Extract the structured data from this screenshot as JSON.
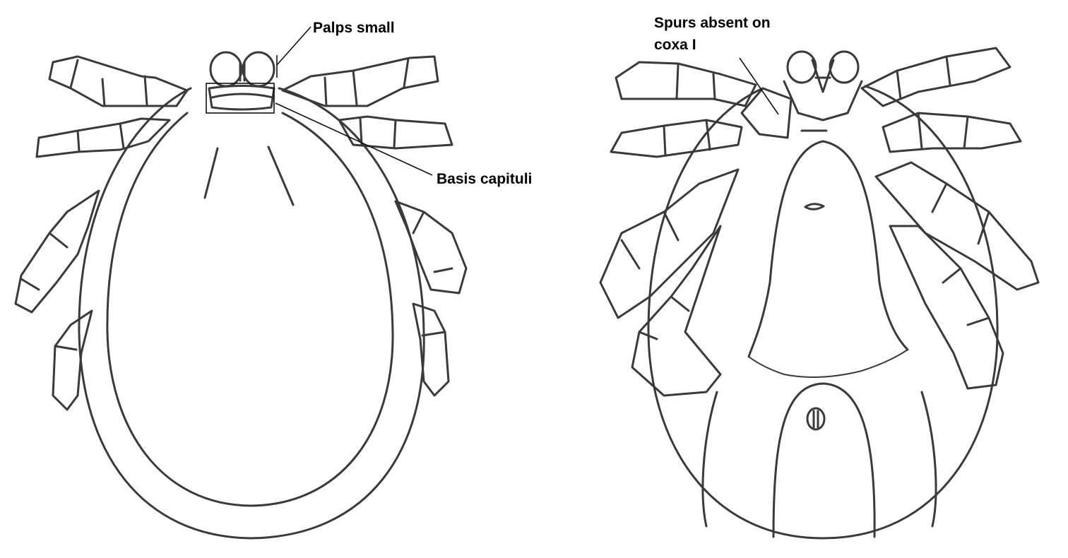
{
  "labels": {
    "palps": "Palps small",
    "basis": "Basis capituli",
    "spurs_line1": "Spurs absent on",
    "spurs_line2": "coxa I"
  },
  "views": [
    "dorsal",
    "ventral"
  ]
}
